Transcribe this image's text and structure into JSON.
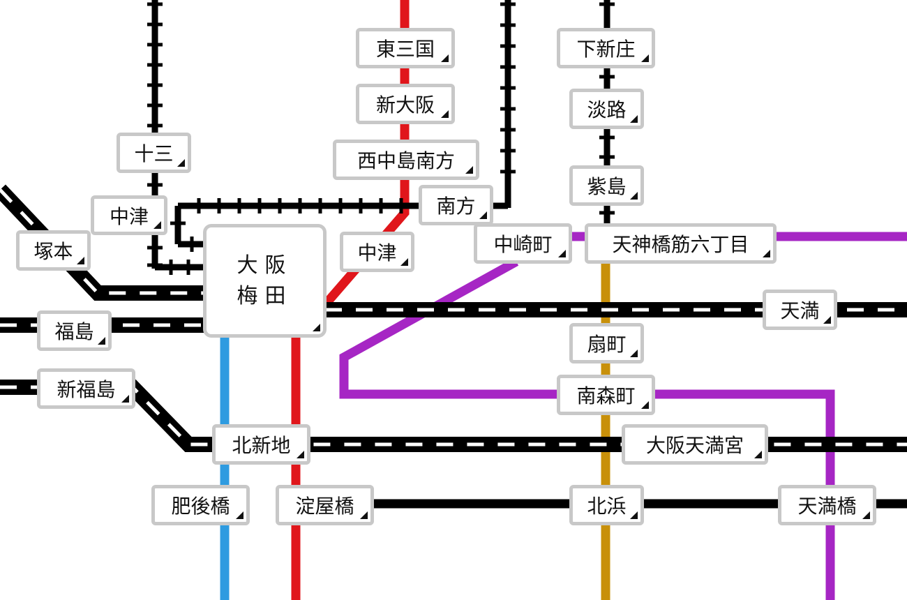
{
  "colors": {
    "background": "#ffffff",
    "label_border": "#c8c8c8",
    "label_text": "#111111",
    "line_black": "#000000",
    "line_red": "#e0161b",
    "line_blue": "#2e9be0",
    "line_purple": "#a626c4",
    "line_gold": "#c8900a"
  },
  "stations": {
    "juso": "十三",
    "nakatsu_hankyu": "中津",
    "tsukamoto": "塚本",
    "fukushima": "福島",
    "shin_fukushima": "新福島",
    "higashi_mikuni": "東三国",
    "shin_osaka": "新大阪",
    "nishinakajima_minamikata": "西中島南方",
    "minamikata": "南方",
    "nakatsu_midosuji": "中津",
    "osaka_line1": "大阪",
    "umeda_line2": "梅田",
    "nakazakicho": "中崎町",
    "shimoshinjo": "下新庄",
    "awaji": "淡路",
    "saishima": "紫島",
    "tenjinbashisuji_6": "天神橋筋六丁目",
    "tenma": "天満",
    "ogimachi": "扇町",
    "minamimorimachi": "南森町",
    "kitashinchi": "北新地",
    "osaka_tenmangu": "大阪天満宮",
    "higobashi": "肥後橋",
    "yodoyabashi": "淀屋橋",
    "kitahama": "北浜",
    "tenmabashi": "天満橋"
  }
}
